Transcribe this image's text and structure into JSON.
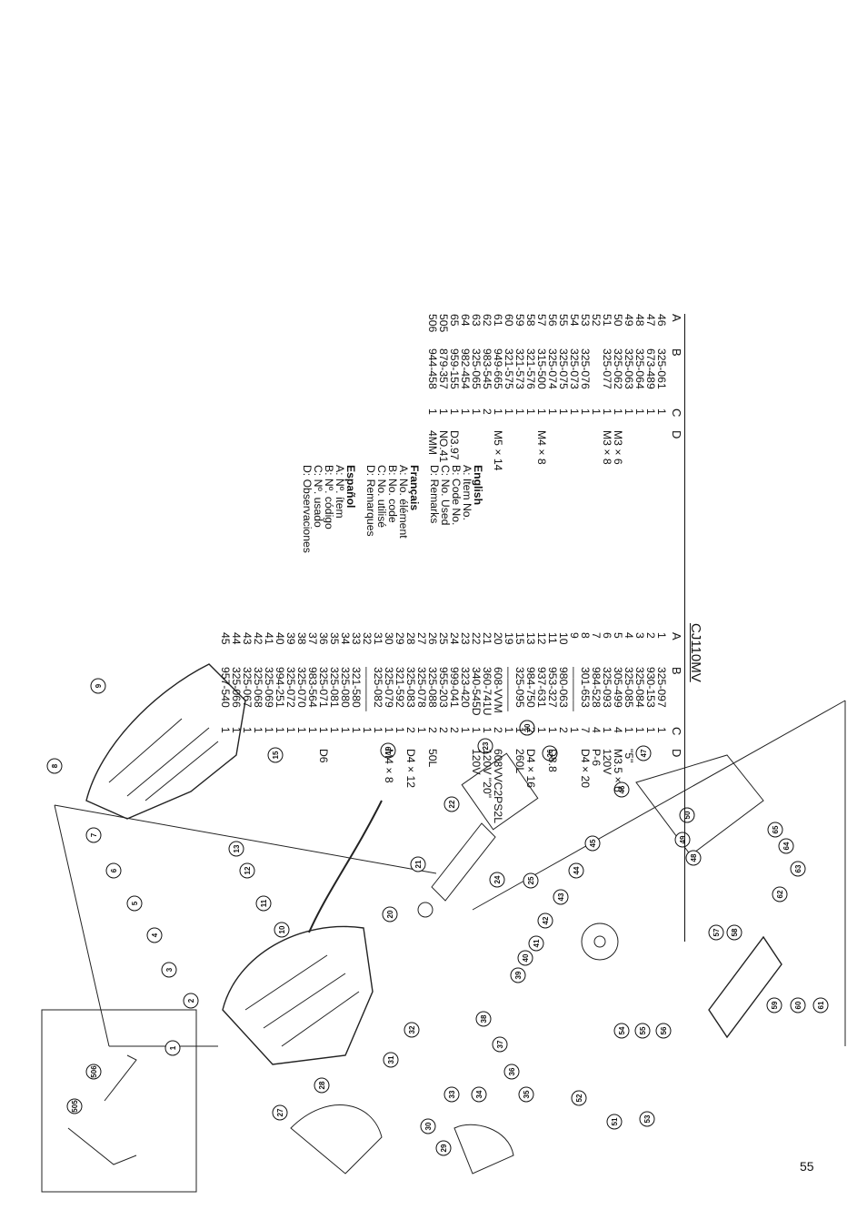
{
  "model": "CJ110MV",
  "page_number": "55",
  "table_headers": [
    "A",
    "B",
    "C",
    "D"
  ],
  "table1": [
    {
      "a": "1",
      "b": "325-097",
      "c": "1",
      "d": ""
    },
    {
      "a": "2",
      "b": "930-153",
      "c": "1",
      "d": ""
    },
    {
      "a": "3",
      "b": "325-084",
      "c": "1",
      "d": ""
    },
    {
      "a": "4",
      "b": "325-085",
      "c": "1",
      "d": "\"5\""
    },
    {
      "a": "5",
      "b": "305-499",
      "c": "4",
      "d": "M3.5 × 6"
    },
    {
      "a": "6",
      "b": "325-093",
      "c": "1",
      "d": "120V"
    },
    {
      "a": "7",
      "b": "984-528",
      "c": "4",
      "d": "P-6"
    },
    {
      "a": "8",
      "b": "301-653",
      "c": "7",
      "d": "D4 × 20"
    },
    {
      "a": "9",
      "b": "————",
      "c": "1",
      "d": ""
    },
    {
      "a": "10",
      "b": "980-063",
      "c": "2",
      "d": ""
    },
    {
      "a": "11",
      "b": "953-327",
      "c": "1",
      "d": "D8.8"
    },
    {
      "a": "12",
      "b": "937-631",
      "c": "1",
      "d": ""
    },
    {
      "a": "13",
      "b": "984-750",
      "c": "2",
      "d": "D4 × 16"
    },
    {
      "a": "15",
      "b": "325-095",
      "c": "1",
      "d": "260L"
    },
    {
      "a": "19",
      "b": "————",
      "c": "1",
      "d": ""
    },
    {
      "a": "20",
      "b": "608-VVM",
      "c": "2",
      "d": "608VVC2PS2L"
    },
    {
      "a": "21",
      "b": "360-741U",
      "c": "1",
      "d": "120V \"20\""
    },
    {
      "a": "22",
      "b": "340-545D",
      "c": "1",
      "d": "120V"
    },
    {
      "a": "23",
      "b": "323-420",
      "c": "1",
      "d": ""
    },
    {
      "a": "24",
      "b": "999-041",
      "c": "2",
      "d": ""
    },
    {
      "a": "25",
      "b": "955-203",
      "c": "2",
      "d": ""
    },
    {
      "a": "26",
      "b": "325-088",
      "c": "2",
      "d": "50L"
    },
    {
      "a": "27",
      "b": "325-078",
      "c": "1",
      "d": ""
    },
    {
      "a": "28",
      "b": "325-083",
      "c": "2",
      "d": "D4 × 12"
    },
    {
      "a": "29",
      "b": "321-592",
      "c": "1",
      "d": ""
    },
    {
      "a": "30",
      "b": "325-079",
      "c": "1",
      "d": "M4 × 8"
    },
    {
      "a": "31",
      "b": "325-082",
      "c": "1",
      "d": ""
    },
    {
      "a": "32",
      "b": "————",
      "c": "1",
      "d": ""
    },
    {
      "a": "33",
      "b": "321-580",
      "c": "1",
      "d": ""
    },
    {
      "a": "34",
      "b": "325-080",
      "c": "1",
      "d": ""
    },
    {
      "a": "35",
      "b": "325-081",
      "c": "1",
      "d": ""
    },
    {
      "a": "36",
      "b": "325-071",
      "c": "1",
      "d": "D6"
    },
    {
      "a": "37",
      "b": "983-564",
      "c": "1",
      "d": ""
    },
    {
      "a": "38",
      "b": "325-070",
      "c": "1",
      "d": ""
    },
    {
      "a": "39",
      "b": "325-072",
      "c": "1",
      "d": ""
    },
    {
      "a": "40",
      "b": "994-251",
      "c": "1",
      "d": ""
    },
    {
      "a": "41",
      "b": "325-069",
      "c": "1",
      "d": ""
    },
    {
      "a": "42",
      "b": "325-068",
      "c": "1",
      "d": ""
    },
    {
      "a": "43",
      "b": "325-067",
      "c": "1",
      "d": ""
    },
    {
      "a": "44",
      "b": "325-066",
      "c": "1",
      "d": ""
    },
    {
      "a": "45",
      "b": "957-540",
      "c": "1",
      "d": ""
    }
  ],
  "table2": [
    {
      "a": "46",
      "b": "325-061",
      "c": "1",
      "d": ""
    },
    {
      "a": "47",
      "b": "673-489",
      "c": "1",
      "d": ""
    },
    {
      "a": "48",
      "b": "325-064",
      "c": "1",
      "d": ""
    },
    {
      "a": "49",
      "b": "325-063",
      "c": "1",
      "d": ""
    },
    {
      "a": "50",
      "b": "325-062",
      "c": "1",
      "d": "M3 × 6"
    },
    {
      "a": "51",
      "b": "325-077",
      "c": "1",
      "d": "M3 × 8"
    },
    {
      "a": "52",
      "b": "",
      "c": "1",
      "d": ""
    },
    {
      "a": "53",
      "b": "325-076",
      "c": "1",
      "d": ""
    },
    {
      "a": "54",
      "b": "325-073",
      "c": "1",
      "d": ""
    },
    {
      "a": "55",
      "b": "325-075",
      "c": "1",
      "d": ""
    },
    {
      "a": "56",
      "b": "325-074",
      "c": "1",
      "d": ""
    },
    {
      "a": "57",
      "b": "315-500",
      "c": "1",
      "d": "M4 × 8"
    },
    {
      "a": "58",
      "b": "321-576",
      "c": "1",
      "d": ""
    },
    {
      "a": "59",
      "b": "321-573",
      "c": "1",
      "d": ""
    },
    {
      "a": "60",
      "b": "321-575",
      "c": "1",
      "d": ""
    },
    {
      "a": "61",
      "b": "949-665",
      "c": "1",
      "d": "M5 × 14"
    },
    {
      "a": "62",
      "b": "983-545",
      "c": "2",
      "d": ""
    },
    {
      "a": "63",
      "b": "325-065",
      "c": "1",
      "d": ""
    },
    {
      "a": "64",
      "b": "982-454",
      "c": "1",
      "d": ""
    },
    {
      "a": "65",
      "b": "959-155",
      "c": "1",
      "d": "D3.97"
    },
    {
      "a": "505",
      "b": "879-357",
      "c": "1",
      "d": "NO.41"
    },
    {
      "a": "506",
      "b": "944-458",
      "c": "1",
      "d": "4MM"
    }
  ],
  "legend": [
    {
      "language": "English",
      "lines": [
        "A: Item  No.",
        "B: Code  No.",
        "C: No.  Used",
        "D: Remarks"
      ]
    },
    {
      "language": "Français",
      "lines": [
        "A: No.  élément",
        "B: No.  code",
        "C: No.  utilisé",
        "D: Remarques"
      ]
    },
    {
      "language": "Español",
      "lines": [
        "A: Nº.  ítem",
        "B: Nº.  código",
        "C: Nº.  usado",
        "D: Observaciones"
      ]
    }
  ],
  "callouts": [
    "1",
    "2",
    "3",
    "4",
    "5",
    "6",
    "7",
    "8",
    "9",
    "10",
    "11",
    "12",
    "13",
    "15",
    "19",
    "20",
    "20",
    "21",
    "22",
    "23",
    "24",
    "25",
    "26",
    "27",
    "28",
    "29",
    "30",
    "31",
    "32",
    "33",
    "34",
    "35",
    "36",
    "37",
    "38",
    "39",
    "40",
    "41",
    "42",
    "43",
    "44",
    "45",
    "46",
    "47",
    "48",
    "49",
    "50",
    "51",
    "52",
    "53",
    "54",
    "55",
    "56",
    "57",
    "58",
    "59",
    "60",
    "61",
    "62",
    "63",
    "64",
    "65",
    "505",
    "506"
  ]
}
